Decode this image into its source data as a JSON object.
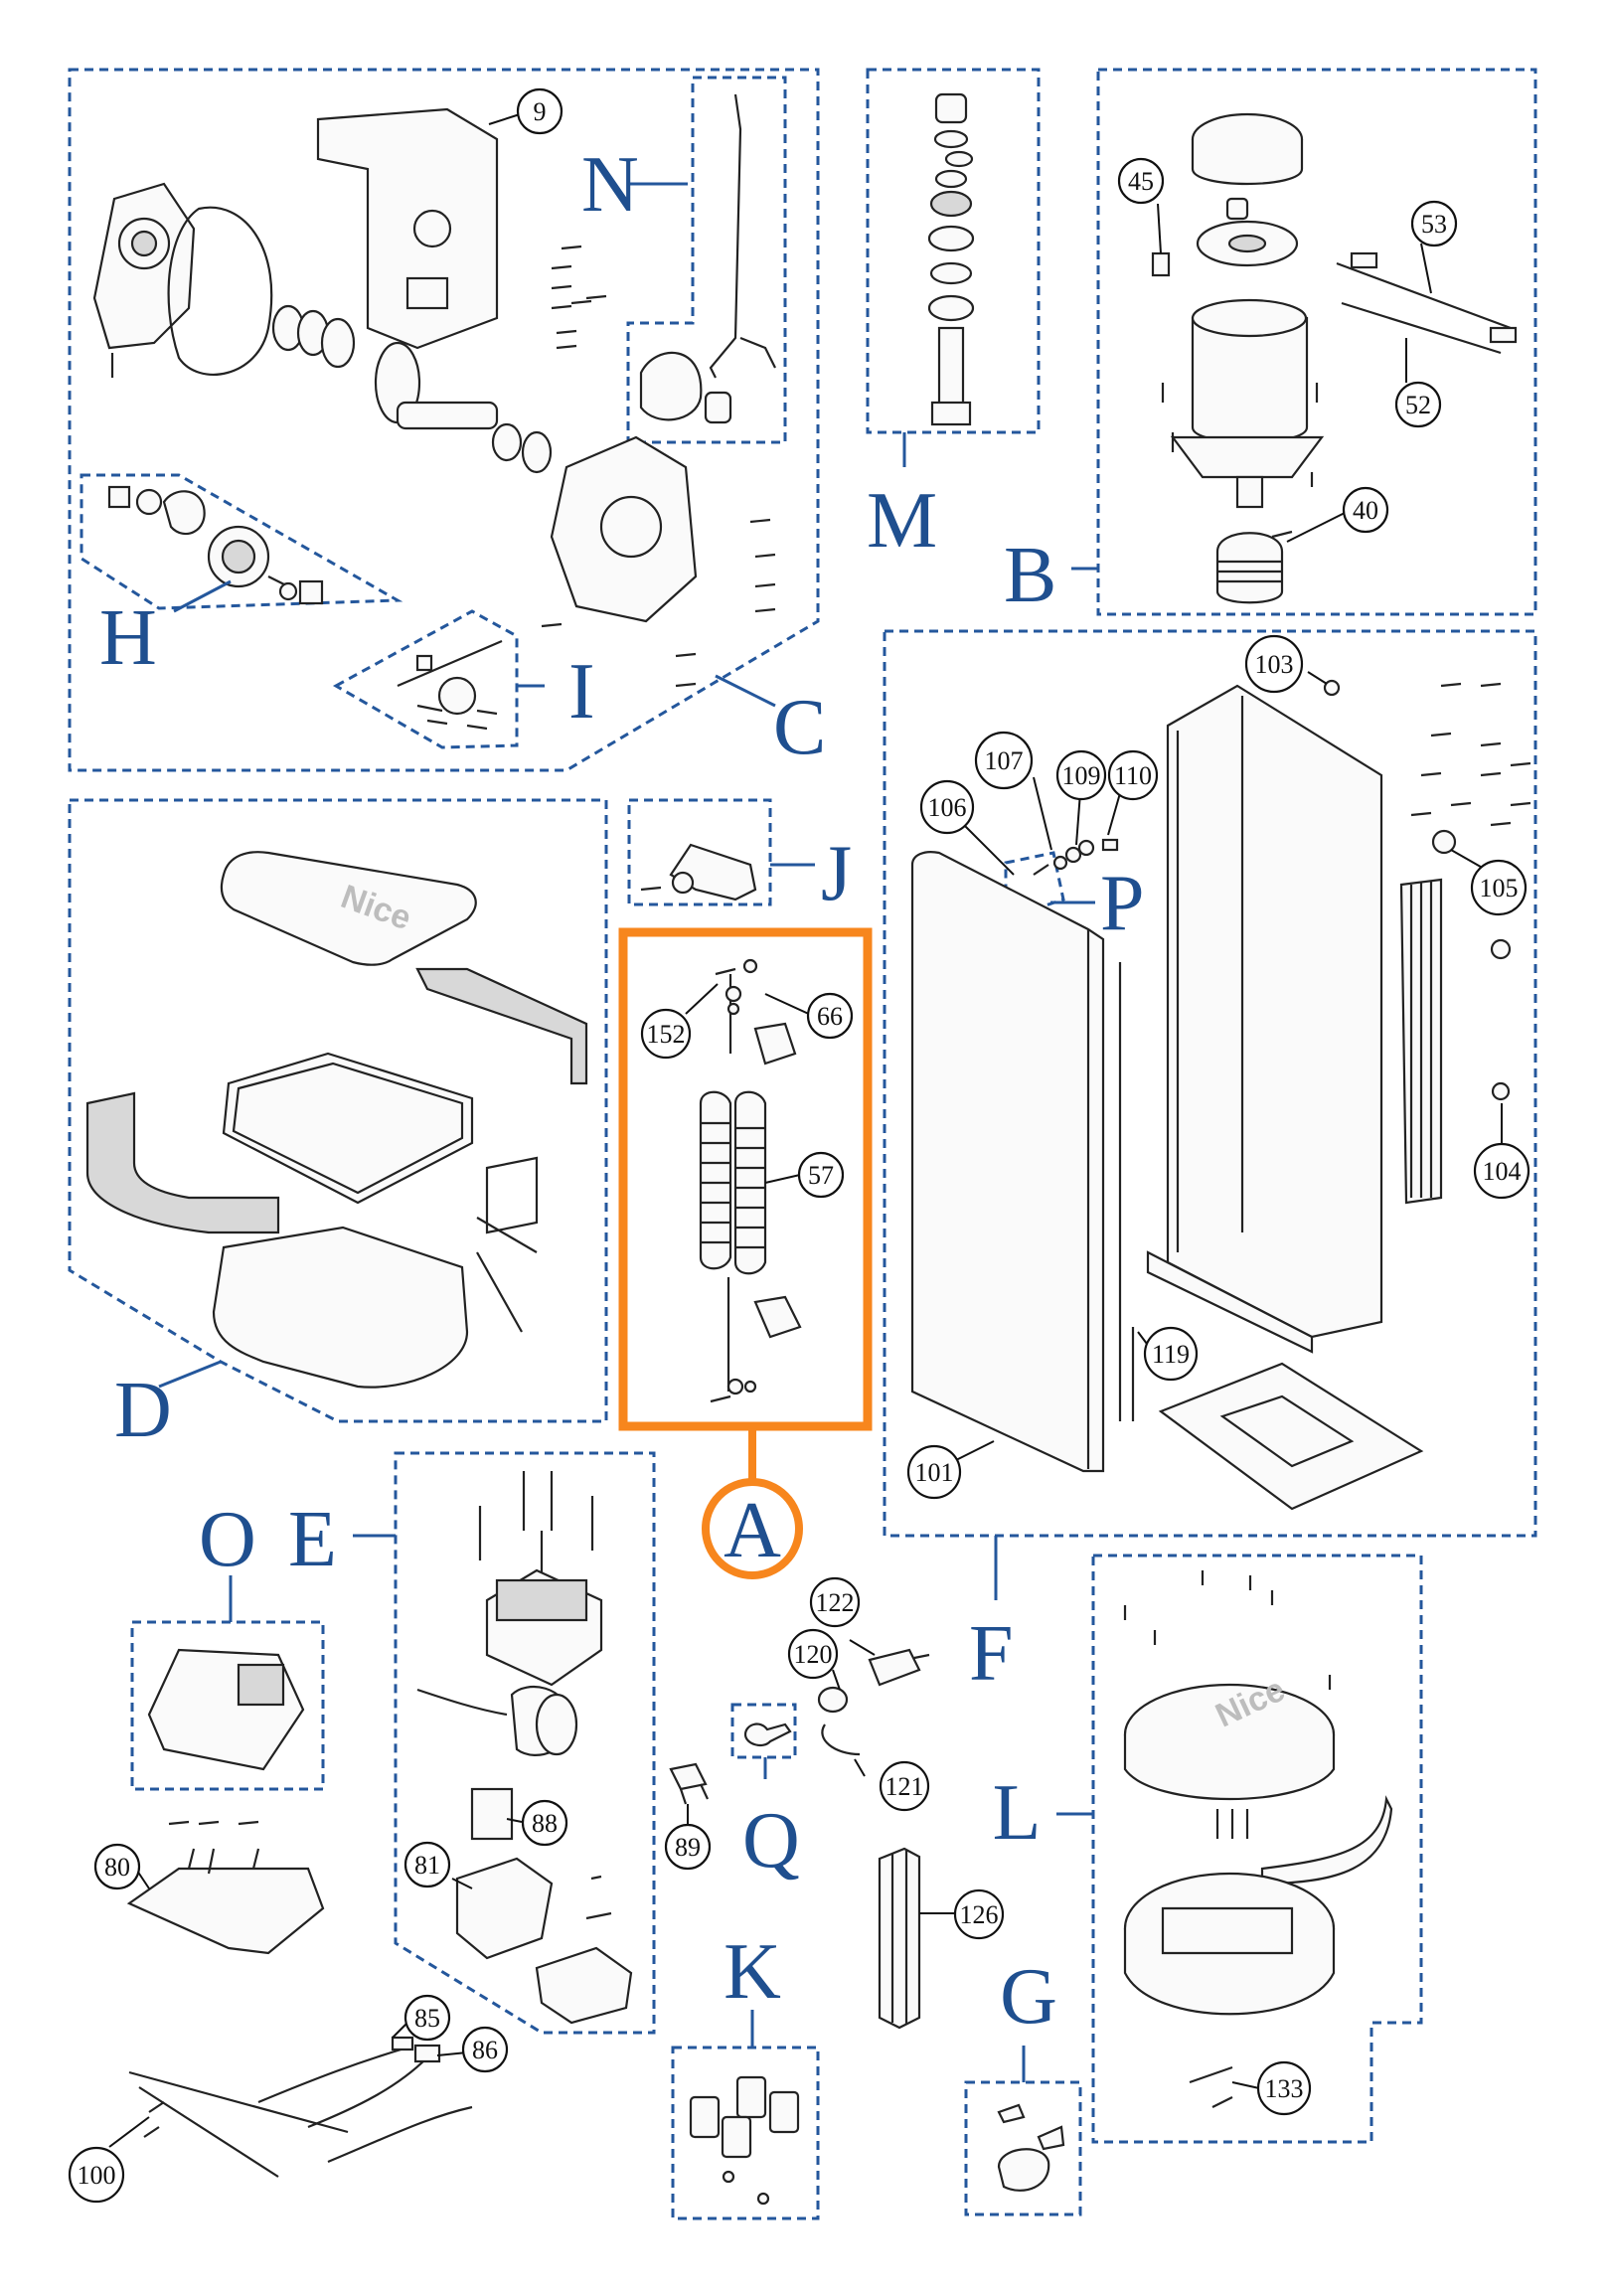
{
  "group_labels": {
    "A": "A",
    "B": "B",
    "C": "C",
    "D": "D",
    "E": "E",
    "F": "F",
    "G": "G",
    "H": "H",
    "I": "I",
    "J": "J",
    "K": "K",
    "L": "L",
    "M": "M",
    "N": "N",
    "O": "O",
    "P": "P",
    "Q": "Q"
  },
  "part_numbers": {
    "p9": "9",
    "p45": "45",
    "p53": "53",
    "p52": "52",
    "p40": "40",
    "p103": "103",
    "p107": "107",
    "p109": "109",
    "p110": "110",
    "p106": "106",
    "p105": "105",
    "p104": "104",
    "p119": "119",
    "p101": "101",
    "p152": "152",
    "p66": "66",
    "p57": "57",
    "p122": "122",
    "p120": "120",
    "p121": "121",
    "p89": "89",
    "p88": "88",
    "p81": "81",
    "p80": "80",
    "p85": "85",
    "p86": "86",
    "p100": "100",
    "p126": "126",
    "p133": "133"
  },
  "logo_text": "Nice",
  "highlight": {
    "group": "A",
    "color": "#f7861d"
  },
  "colors": {
    "group_label": "#1f4f8f",
    "dashed_border": "#24579c"
  }
}
